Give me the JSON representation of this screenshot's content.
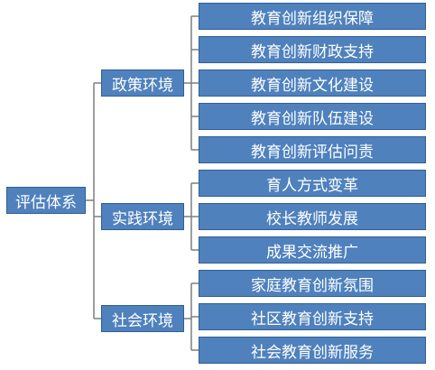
{
  "root": {
    "label": "评估体系"
  },
  "branches": [
    {
      "label": "政策环境",
      "children": [
        "教育创新组织保障",
        "教育创新财政支持",
        "教育创新文化建设",
        "教育创新队伍建设",
        "教育创新评估问责"
      ]
    },
    {
      "label": "实践环境",
      "children": [
        "育人方式变革",
        "校长教师发展",
        "成果交流推广"
      ]
    },
    {
      "label": "社会环境",
      "children": [
        "家庭教育创新氛围",
        "社区教育创新支持",
        "社会教育创新服务"
      ]
    }
  ],
  "colors": {
    "node_fill": "#4f81bd",
    "node_border": "#2f5f98",
    "text": "#ffffff",
    "connector": "#7f7f7f"
  }
}
